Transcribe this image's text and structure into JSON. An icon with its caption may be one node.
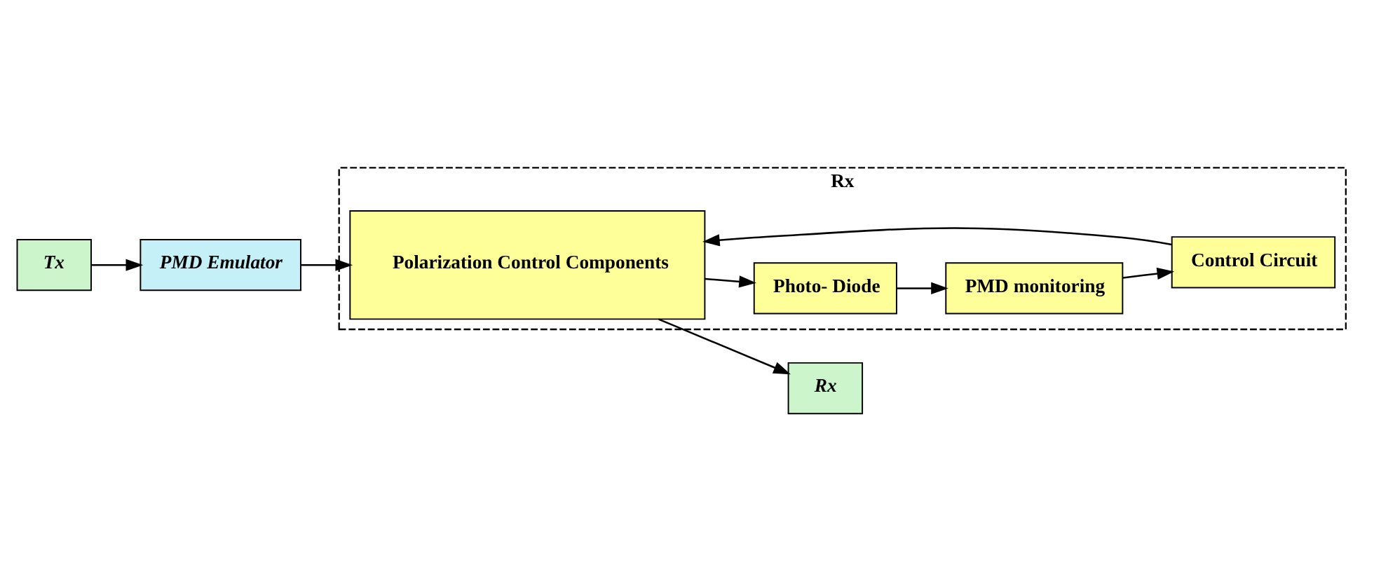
{
  "diagram": {
    "nodes": [
      {
        "text": [
          "Tx"
        ]
      },
      {
        "text": [
          "PMD Emulator"
        ]
      },
      {
        "text": [
          "Rx"
        ]
      },
      {
        "text": [
          "Polarization Control Components"
        ],
        "in": 2
      },
      {
        "text": [
          "Control Circuit"
        ],
        "in": 2
      },
      {
        "text": [
          "PMD monitoring"
        ],
        "in": 2
      },
      {
        "text": [
          "Photo- Diode"
        ],
        "in": 2
      },
      {
        "text": [
          "Rx"
        ]
      }
    ],
    "edges": [
      {
        "from": 0,
        "to": 1,
        "arrow": "to"
      },
      {
        "from": 1,
        "to": 3,
        "arrow": "to"
      },
      {
        "from": 3,
        "to": 7,
        "arrow": "to"
      },
      {
        "from": 3,
        "to": 6,
        "arrow": "to"
      },
      {
        "from": 6,
        "to": 5,
        "arrow": "to"
      },
      {
        "from": 5,
        "to": 4,
        "arrow": "to"
      },
      {
        "from": 4,
        "to": 3,
        "arrow": "to"
      }
    ]
  }
}
